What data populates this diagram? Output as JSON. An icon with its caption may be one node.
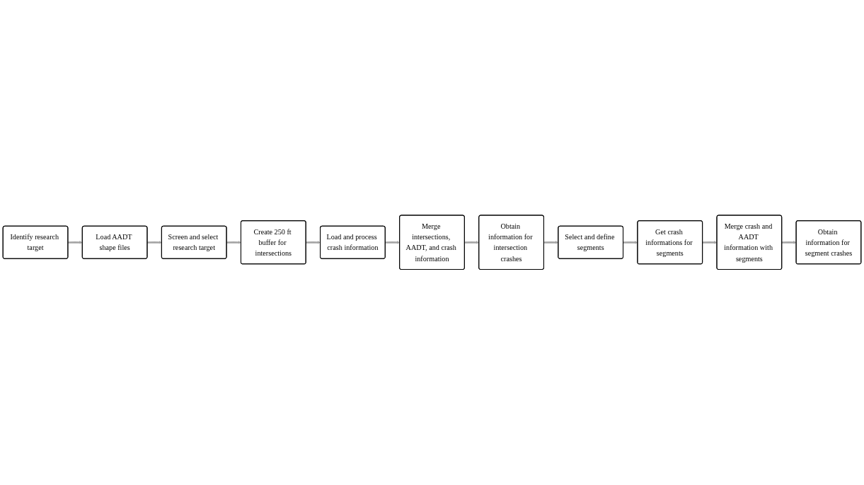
{
  "diagram": {
    "nodes": [
      {
        "text": [
          "Identify research target"
        ]
      },
      {
        "text": [
          "Load AADT shape files"
        ]
      },
      {
        "text": [
          "Screen and select research target"
        ]
      },
      {
        "text": [
          "Create 250 ft buffer for intersections"
        ]
      },
      {
        "text": [
          "Load and process crash information"
        ]
      },
      {
        "text": [
          "Merge intersections, AADT, and crash information"
        ]
      },
      {
        "text": [
          "Obtain information for intersection crashes"
        ]
      },
      {
        "text": [
          "Select and define segments"
        ]
      },
      {
        "text": [
          "Get crash informations for segments"
        ]
      },
      {
        "text": [
          "Merge crash and AADT information with segments"
        ]
      },
      {
        "text": [
          "Obtain information for segment crashes"
        ]
      }
    ],
    "edges": [
      {
        "from": 0,
        "to": 1,
        "arrow": "to"
      },
      {
        "from": 1,
        "to": 2,
        "arrow": "to"
      },
      {
        "from": 2,
        "to": 3,
        "arrow": "to"
      },
      {
        "from": 3,
        "to": 4,
        "arrow": "to"
      },
      {
        "from": 4,
        "to": 5,
        "arrow": "to"
      },
      {
        "from": 5,
        "to": 6,
        "arrow": "to"
      },
      {
        "from": 6,
        "to": 7,
        "arrow": "to"
      },
      {
        "from": 7,
        "to": 8,
        "arrow": "to"
      },
      {
        "from": 8,
        "to": 9,
        "arrow": "to"
      },
      {
        "from": 9,
        "to": 10,
        "arrow": "to"
      }
    ]
  }
}
